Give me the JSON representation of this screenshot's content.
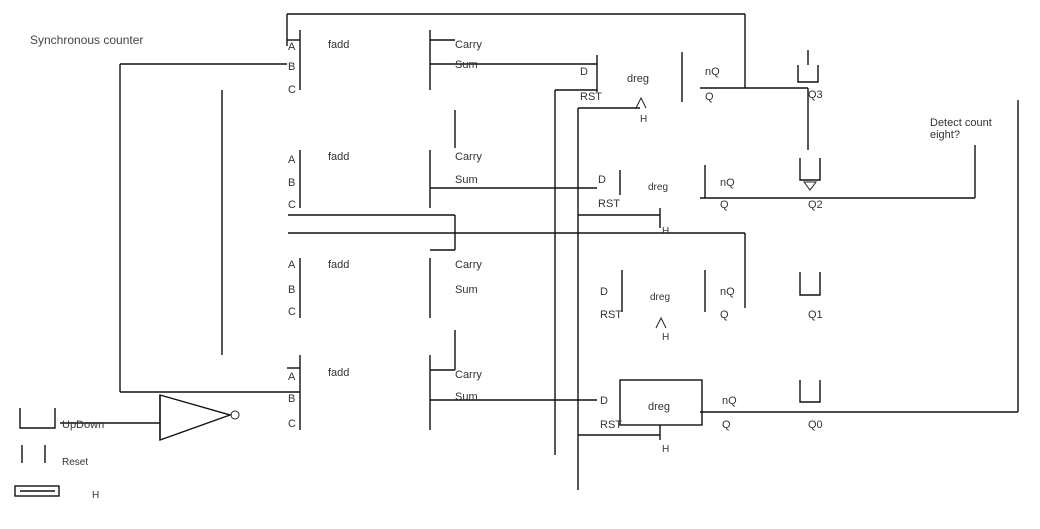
{
  "title": "Synchronous counter",
  "adders": [
    {
      "name": "fadd",
      "inputs": [
        "A",
        "B",
        "C"
      ],
      "carry": "Carry",
      "sum": "Sum"
    },
    {
      "name": "fadd",
      "inputs": [
        "A",
        "B",
        "C"
      ],
      "carry": "Carry",
      "sum": "Sum"
    },
    {
      "name": "fadd",
      "inputs": [
        "A",
        "B",
        "C"
      ],
      "carry": "Carry",
      "sum": "Sum"
    },
    {
      "name": "fadd",
      "inputs": [
        "A",
        "B",
        "C"
      ],
      "carry": "Carry",
      "sum": "Sum"
    }
  ],
  "flipflops": [
    {
      "name": "dreg",
      "d": "D",
      "rst": "RST",
      "q": "Q",
      "nq": "nQ",
      "clk": "H"
    },
    {
      "name": "dreg",
      "d": "D",
      "rst": "RST",
      "q": "Q",
      "nq": "nQ",
      "clk": "H"
    },
    {
      "name": "dreg",
      "d": "D",
      "rst": "RST",
      "q": "Q",
      "nq": "nQ",
      "clk": "H"
    },
    {
      "name": "dreg",
      "d": "D",
      "rst": "RST",
      "q": "Q",
      "nq": "nQ",
      "clk": "H"
    }
  ],
  "outputs": [
    "Q3",
    "Q2",
    "Q1",
    "Q0"
  ],
  "inputs": {
    "updown": "UpDown",
    "reset": "Reset",
    "clk": "H"
  },
  "comparator_label": [
    "Detect count",
    "eight?"
  ]
}
